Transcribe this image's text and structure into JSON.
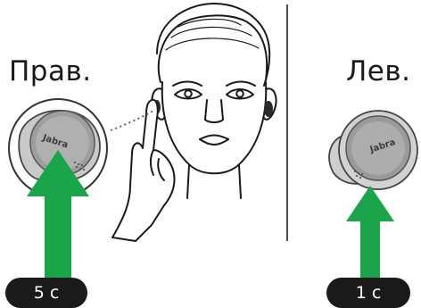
{
  "right": {
    "label": "Прав.",
    "duration_badge": "5 с",
    "brand_text": "Jabra",
    "arrow_color": "#1aa54a"
  },
  "left": {
    "label": "Лев.",
    "duration_badge": "1 с",
    "brand_text": "Jabra",
    "arrow_color": "#1aa54a"
  }
}
